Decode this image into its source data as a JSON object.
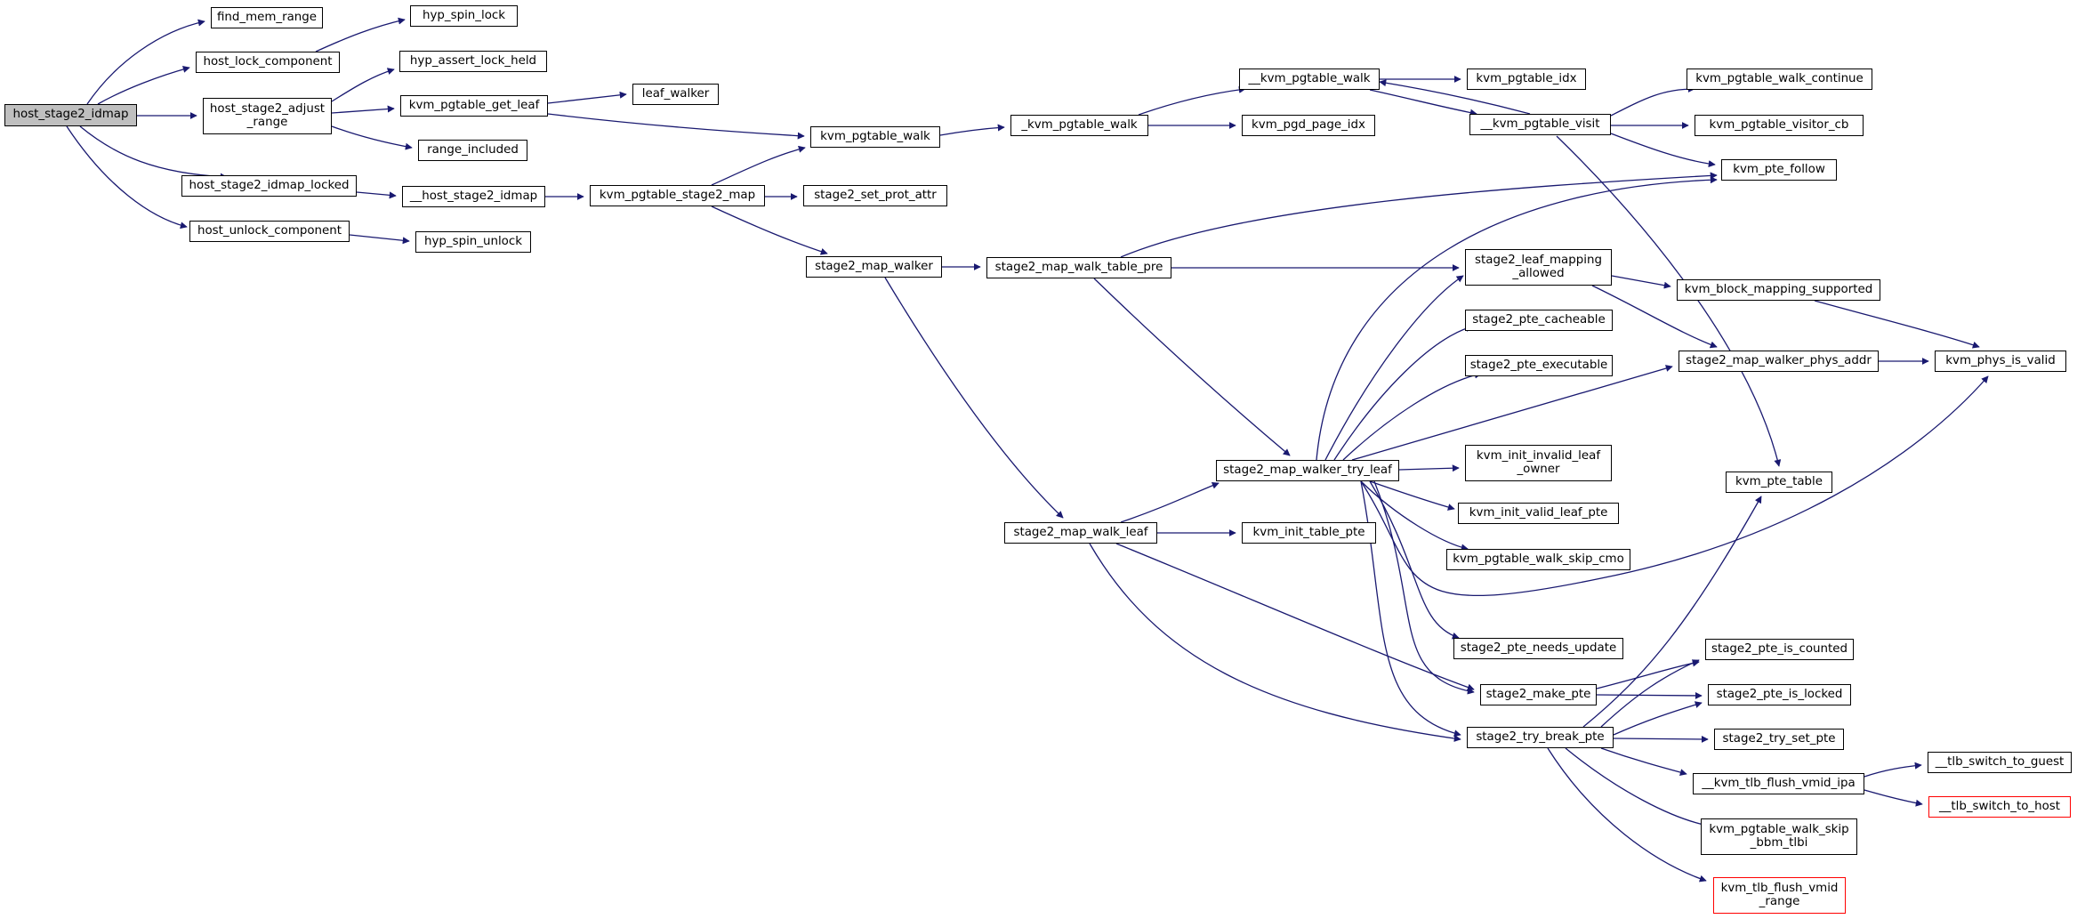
{
  "colors": {
    "edge": "#191970",
    "node_border": "#000000",
    "root_fill": "#bfbfbf",
    "truncated_border": "#ff0000"
  },
  "nodes": [
    {
      "id": "host_stage2_idmap",
      "label": "host_stage2_idmap",
      "root": true
    },
    {
      "id": "find_mem_range",
      "label": "find_mem_range"
    },
    {
      "id": "host_lock_component",
      "label": "host_lock_component"
    },
    {
      "id": "host_stage2_adjust_range",
      "label": "host_stage2_adjust\n_range"
    },
    {
      "id": "host_stage2_idmap_locked",
      "label": "host_stage2_idmap_locked"
    },
    {
      "id": "host_unlock_component",
      "label": "host_unlock_component"
    },
    {
      "id": "hyp_spin_lock",
      "label": "hyp_spin_lock"
    },
    {
      "id": "hyp_assert_lock_held",
      "label": "hyp_assert_lock_held"
    },
    {
      "id": "kvm_pgtable_get_leaf",
      "label": "kvm_pgtable_get_leaf"
    },
    {
      "id": "range_included",
      "label": "range_included"
    },
    {
      "id": "__host_stage2_idmap",
      "label": "__host_stage2_idmap"
    },
    {
      "id": "hyp_spin_unlock",
      "label": "hyp_spin_unlock"
    },
    {
      "id": "leaf_walker",
      "label": "leaf_walker"
    },
    {
      "id": "kvm_pgtable_stage2_map",
      "label": "kvm_pgtable_stage2_map"
    },
    {
      "id": "kvm_pgtable_walk",
      "label": "kvm_pgtable_walk"
    },
    {
      "id": "stage2_set_prot_attr",
      "label": "stage2_set_prot_attr"
    },
    {
      "id": "stage2_map_walker",
      "label": "stage2_map_walker"
    },
    {
      "id": "_kvm_pgtable_walk",
      "label": "_kvm_pgtable_walk"
    },
    {
      "id": "stage2_map_walk_table_pre",
      "label": "stage2_map_walk_table_pre"
    },
    {
      "id": "stage2_map_walk_leaf",
      "label": "stage2_map_walk_leaf"
    },
    {
      "id": "__kvm_pgtable_walk",
      "label": "__kvm_pgtable_walk"
    },
    {
      "id": "kvm_pgd_page_idx",
      "label": "kvm_pgd_page_idx"
    },
    {
      "id": "stage2_map_walker_try_leaf",
      "label": "stage2_map_walker_try_leaf"
    },
    {
      "id": "kvm_init_table_pte",
      "label": "kvm_init_table_pte"
    },
    {
      "id": "kvm_pgtable_idx",
      "label": "kvm_pgtable_idx"
    },
    {
      "id": "__kvm_pgtable_visit",
      "label": "__kvm_pgtable_visit"
    },
    {
      "id": "stage2_leaf_mapping_allowed",
      "label": "stage2_leaf_mapping\n_allowed"
    },
    {
      "id": "stage2_pte_cacheable",
      "label": "stage2_pte_cacheable"
    },
    {
      "id": "stage2_pte_executable",
      "label": "stage2_pte_executable"
    },
    {
      "id": "kvm_init_invalid_leaf_owner",
      "label": "kvm_init_invalid_leaf\n_owner"
    },
    {
      "id": "kvm_init_valid_leaf_pte",
      "label": "kvm_init_valid_leaf_pte"
    },
    {
      "id": "kvm_pgtable_walk_skip_cmo",
      "label": "kvm_pgtable_walk_skip_cmo"
    },
    {
      "id": "stage2_pte_needs_update",
      "label": "stage2_pte_needs_update"
    },
    {
      "id": "stage2_make_pte",
      "label": "stage2_make_pte"
    },
    {
      "id": "stage2_try_break_pte",
      "label": "stage2_try_break_pte"
    },
    {
      "id": "kvm_pgtable_walk_continue",
      "label": "kvm_pgtable_walk_continue"
    },
    {
      "id": "kvm_pgtable_visitor_cb",
      "label": "kvm_pgtable_visitor_cb"
    },
    {
      "id": "kvm_pte_follow",
      "label": "kvm_pte_follow"
    },
    {
      "id": "kvm_block_mapping_supported",
      "label": "kvm_block_mapping_supported"
    },
    {
      "id": "stage2_map_walker_phys_addr",
      "label": "stage2_map_walker_phys_addr"
    },
    {
      "id": "kvm_pte_table",
      "label": "kvm_pte_table"
    },
    {
      "id": "stage2_pte_is_counted",
      "label": "stage2_pte_is_counted"
    },
    {
      "id": "stage2_pte_is_locked",
      "label": "stage2_pte_is_locked"
    },
    {
      "id": "stage2_try_set_pte",
      "label": "stage2_try_set_pte"
    },
    {
      "id": "__kvm_tlb_flush_vmid_ipa",
      "label": "__kvm_tlb_flush_vmid_ipa"
    },
    {
      "id": "kvm_pgtable_walk_skip_bbm_tlbi",
      "label": "kvm_pgtable_walk_skip\n_bbm_tlbi"
    },
    {
      "id": "kvm_tlb_flush_vmid_range",
      "label": "kvm_tlb_flush_vmid\n_range",
      "truncated": true
    },
    {
      "id": "kvm_phys_is_valid",
      "label": "kvm_phys_is_valid"
    },
    {
      "id": "__tlb_switch_to_guest",
      "label": "__tlb_switch_to_guest"
    },
    {
      "id": "__tlb_switch_to_host",
      "label": "__tlb_switch_to_host",
      "truncated": true
    }
  ]
}
